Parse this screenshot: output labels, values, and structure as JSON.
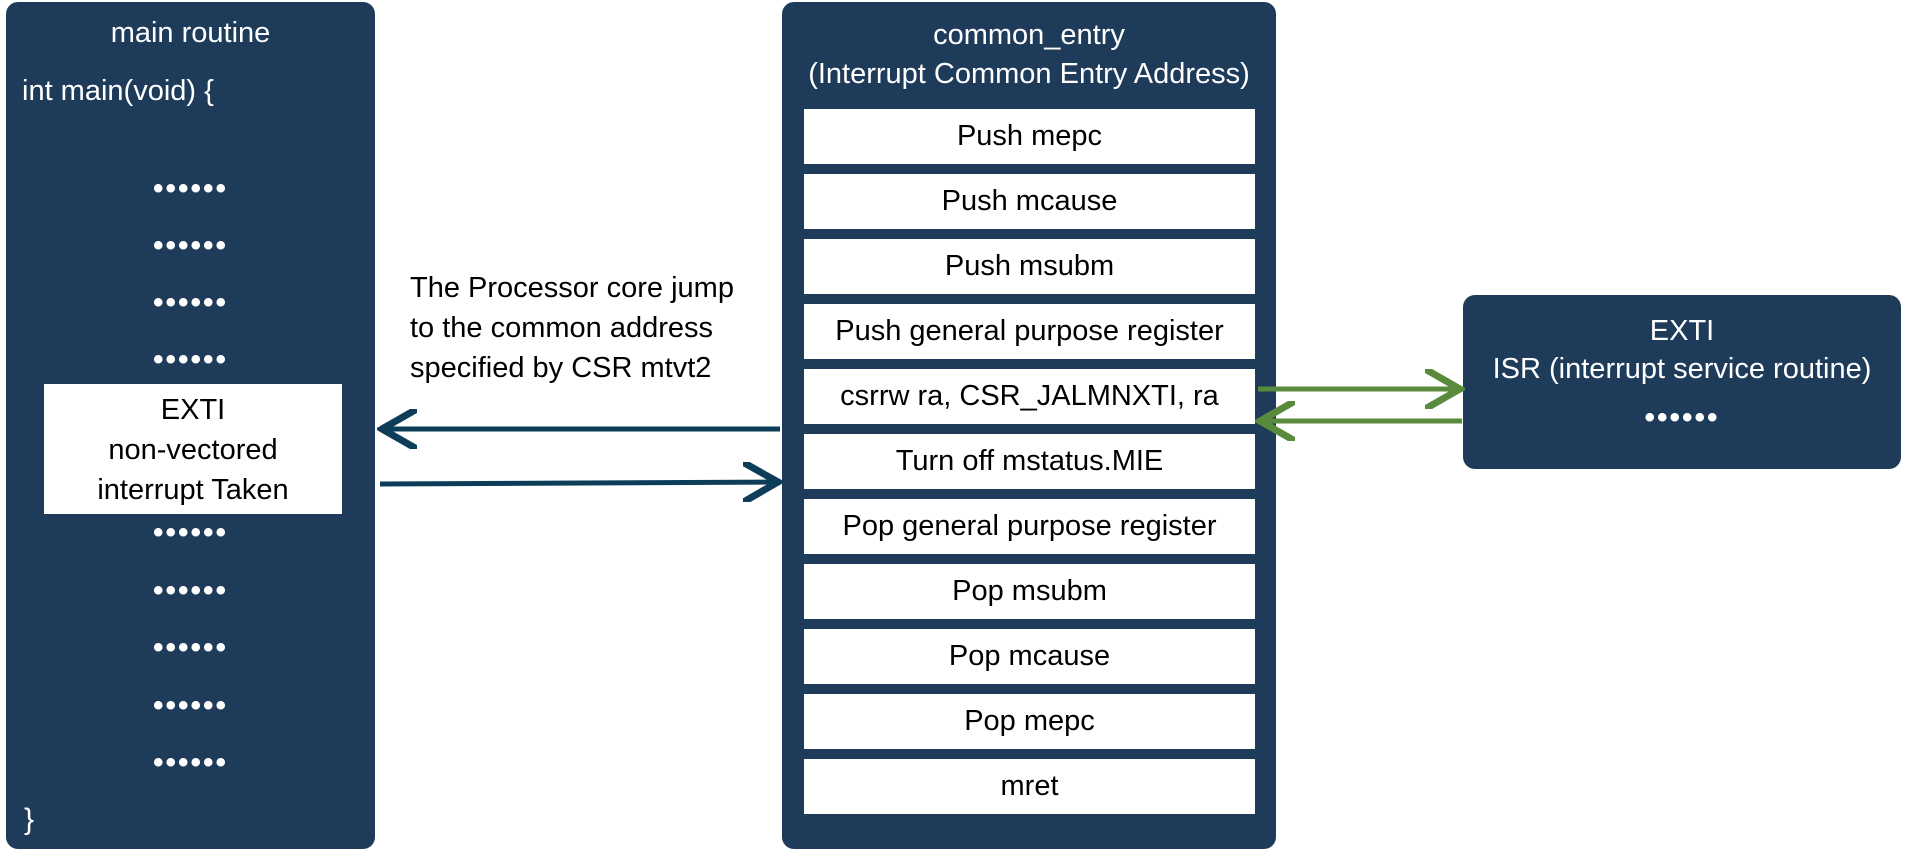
{
  "main_routine": {
    "title": "main routine",
    "code_line": "int main(void) {",
    "dots": "••••••",
    "exti_box": {
      "line1": "EXTI",
      "line2": "non-vectored",
      "line3": "interrupt Taken"
    },
    "closing_brace": "}"
  },
  "common_entry": {
    "title": "common_entry",
    "subtitle": "(Interrupt Common Entry Address)",
    "steps": [
      "Push mepc",
      "Push mcause",
      "Push msubm",
      "Push general purpose register",
      "csrrw ra, CSR_JALMNXTI, ra",
      "Turn off mstatus.MIE",
      "Pop general purpose register",
      "Pop msubm",
      "Pop mcause",
      "Pop mepc",
      "mret"
    ]
  },
  "isr": {
    "title": "EXTI",
    "subtitle": "ISR (interrupt service routine)",
    "dots": "••••••"
  },
  "caption": {
    "line1": "The Processor core jump",
    "line2": "to the common address",
    "line3": "specified by CSR mtvt2"
  },
  "colors": {
    "panel": "#1f3b5a",
    "dark_arrow": "#0e3d5a",
    "green_arrow": "#5a8a3c"
  }
}
